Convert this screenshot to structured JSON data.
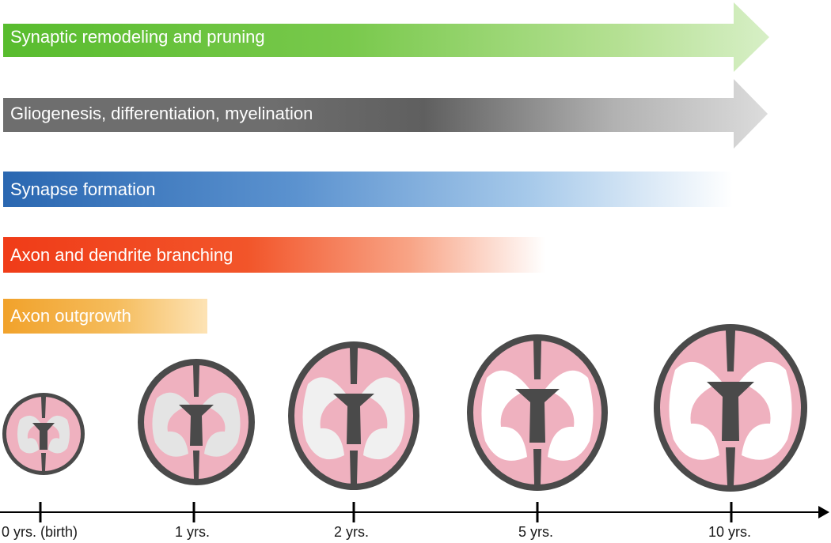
{
  "stages": [
    {
      "label": "Synaptic remodeling and pruning",
      "color": "#6cc63d",
      "shape": "arrow"
    },
    {
      "label": "Gliogenesis, differentiation, myelination",
      "color": "#666666",
      "shape": "arrow"
    },
    {
      "label": "Synapse formation",
      "color": "#2b6cb5",
      "shape": "bar"
    },
    {
      "label": "Axon and dendrite branching",
      "color": "#f0401c",
      "shape": "bar"
    },
    {
      "label": "Axon outgrowth",
      "color": "#f0a429",
      "shape": "bar"
    }
  ],
  "timeline": {
    "ticks": [
      "0 yrs. (birth)",
      "1 yrs.",
      "2 yrs.",
      "5 yrs.",
      "10 yrs."
    ]
  },
  "colors": {
    "brain_outline": "#4a4a4a",
    "gray_matter": "#efb1bf",
    "white_matter_infant": "#e4e4e4",
    "white_matter_older": "#ffffff",
    "axis": "#000000"
  }
}
